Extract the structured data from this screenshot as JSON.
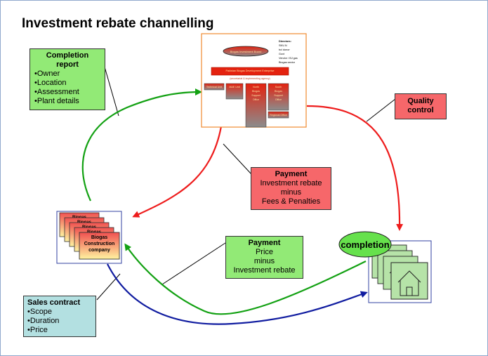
{
  "title": "Investment rebate channelling",
  "completion_report": {
    "heading": "Completion report",
    "items": [
      "•Owner",
      "•Location",
      "•Assessment",
      "•Plant details"
    ]
  },
  "quality_control": {
    "line1": "Quality",
    "line2": "control"
  },
  "payment_rebate": {
    "heading": "Payment",
    "lines": [
      "Investment rebate",
      "minus",
      "Fees & Penalties"
    ]
  },
  "payment_price": {
    "heading": "Payment",
    "lines": [
      "Price",
      "minus",
      "Investment rebate"
    ]
  },
  "sales_contract": {
    "heading": "Sales contract",
    "items": [
      "•Scope",
      "•Duration",
      "•Price"
    ]
  },
  "completion_label": "completion",
  "company_stack": {
    "back_labels": [
      "Biogas",
      "Biogas",
      "Biogas",
      "Biogas"
    ],
    "front_lines": [
      "Biogas",
      "Construction",
      "company"
    ]
  },
  "org_chart": {
    "top_oval": "Biogas Investment Board",
    "directors_list": [
      "Directors:",
      "SNV-N",
      "bcl donor",
      "Govt",
      "Vendor / BJ gas",
      "Biogas sector"
    ],
    "enterprise_bar": "Pakistan Biogas Development Enterprise",
    "enterprise_sub": "(secretariat & implementing agency)",
    "left_box": "Technical Unit",
    "mid_box": "M&E Unit",
    "office_boxes": [
      [
        "North",
        "Biogas",
        "Support",
        "Office"
      ],
      [
        "South",
        "Biogas",
        "Support",
        "Office"
      ]
    ],
    "bottom_box": "Regional Office"
  },
  "colors": {
    "green_box": "#92ea76",
    "red_box": "#f6676a",
    "teal_box": "#b3e0e1",
    "oval_fill": "#66e14c",
    "green_arrow": "#13a113",
    "red_arrow": "#ee1c1c",
    "blue_arrow": "#101ca0",
    "house_fill": "#b6e3a8",
    "org_red": "#e4220f",
    "org_grad_bottom": "#8c8c8c"
  },
  "icons": [
    "house-icon",
    "arrow-icon"
  ]
}
